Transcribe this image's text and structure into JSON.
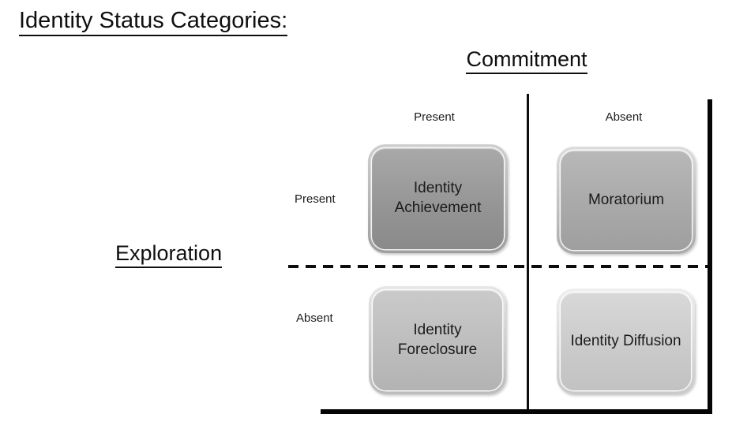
{
  "title": "Identity Status Categories:",
  "diagram": {
    "column_axis_label": "Commitment",
    "row_axis_label": "Exploration",
    "column_headers": [
      "Present",
      "Absent"
    ],
    "row_headers": [
      "Present",
      "Absent"
    ],
    "cells": [
      {
        "row": "Present",
        "column": "Present",
        "label": "Identity Achievement",
        "fill": "#989898"
      },
      {
        "row": "Present",
        "column": "Absent",
        "label": "Moratorium",
        "fill": "#acacac"
      },
      {
        "row": "Absent",
        "column": "Present",
        "label": "Identity Foreclosure",
        "fill": "#c0c0c0"
      },
      {
        "row": "Absent",
        "column": "Absent",
        "label": "Identity Diffusion",
        "fill": "#cecece"
      }
    ],
    "colors": {
      "text": "#1a1a1a",
      "line": "#0d0d0d",
      "background": "#ffffff"
    }
  }
}
